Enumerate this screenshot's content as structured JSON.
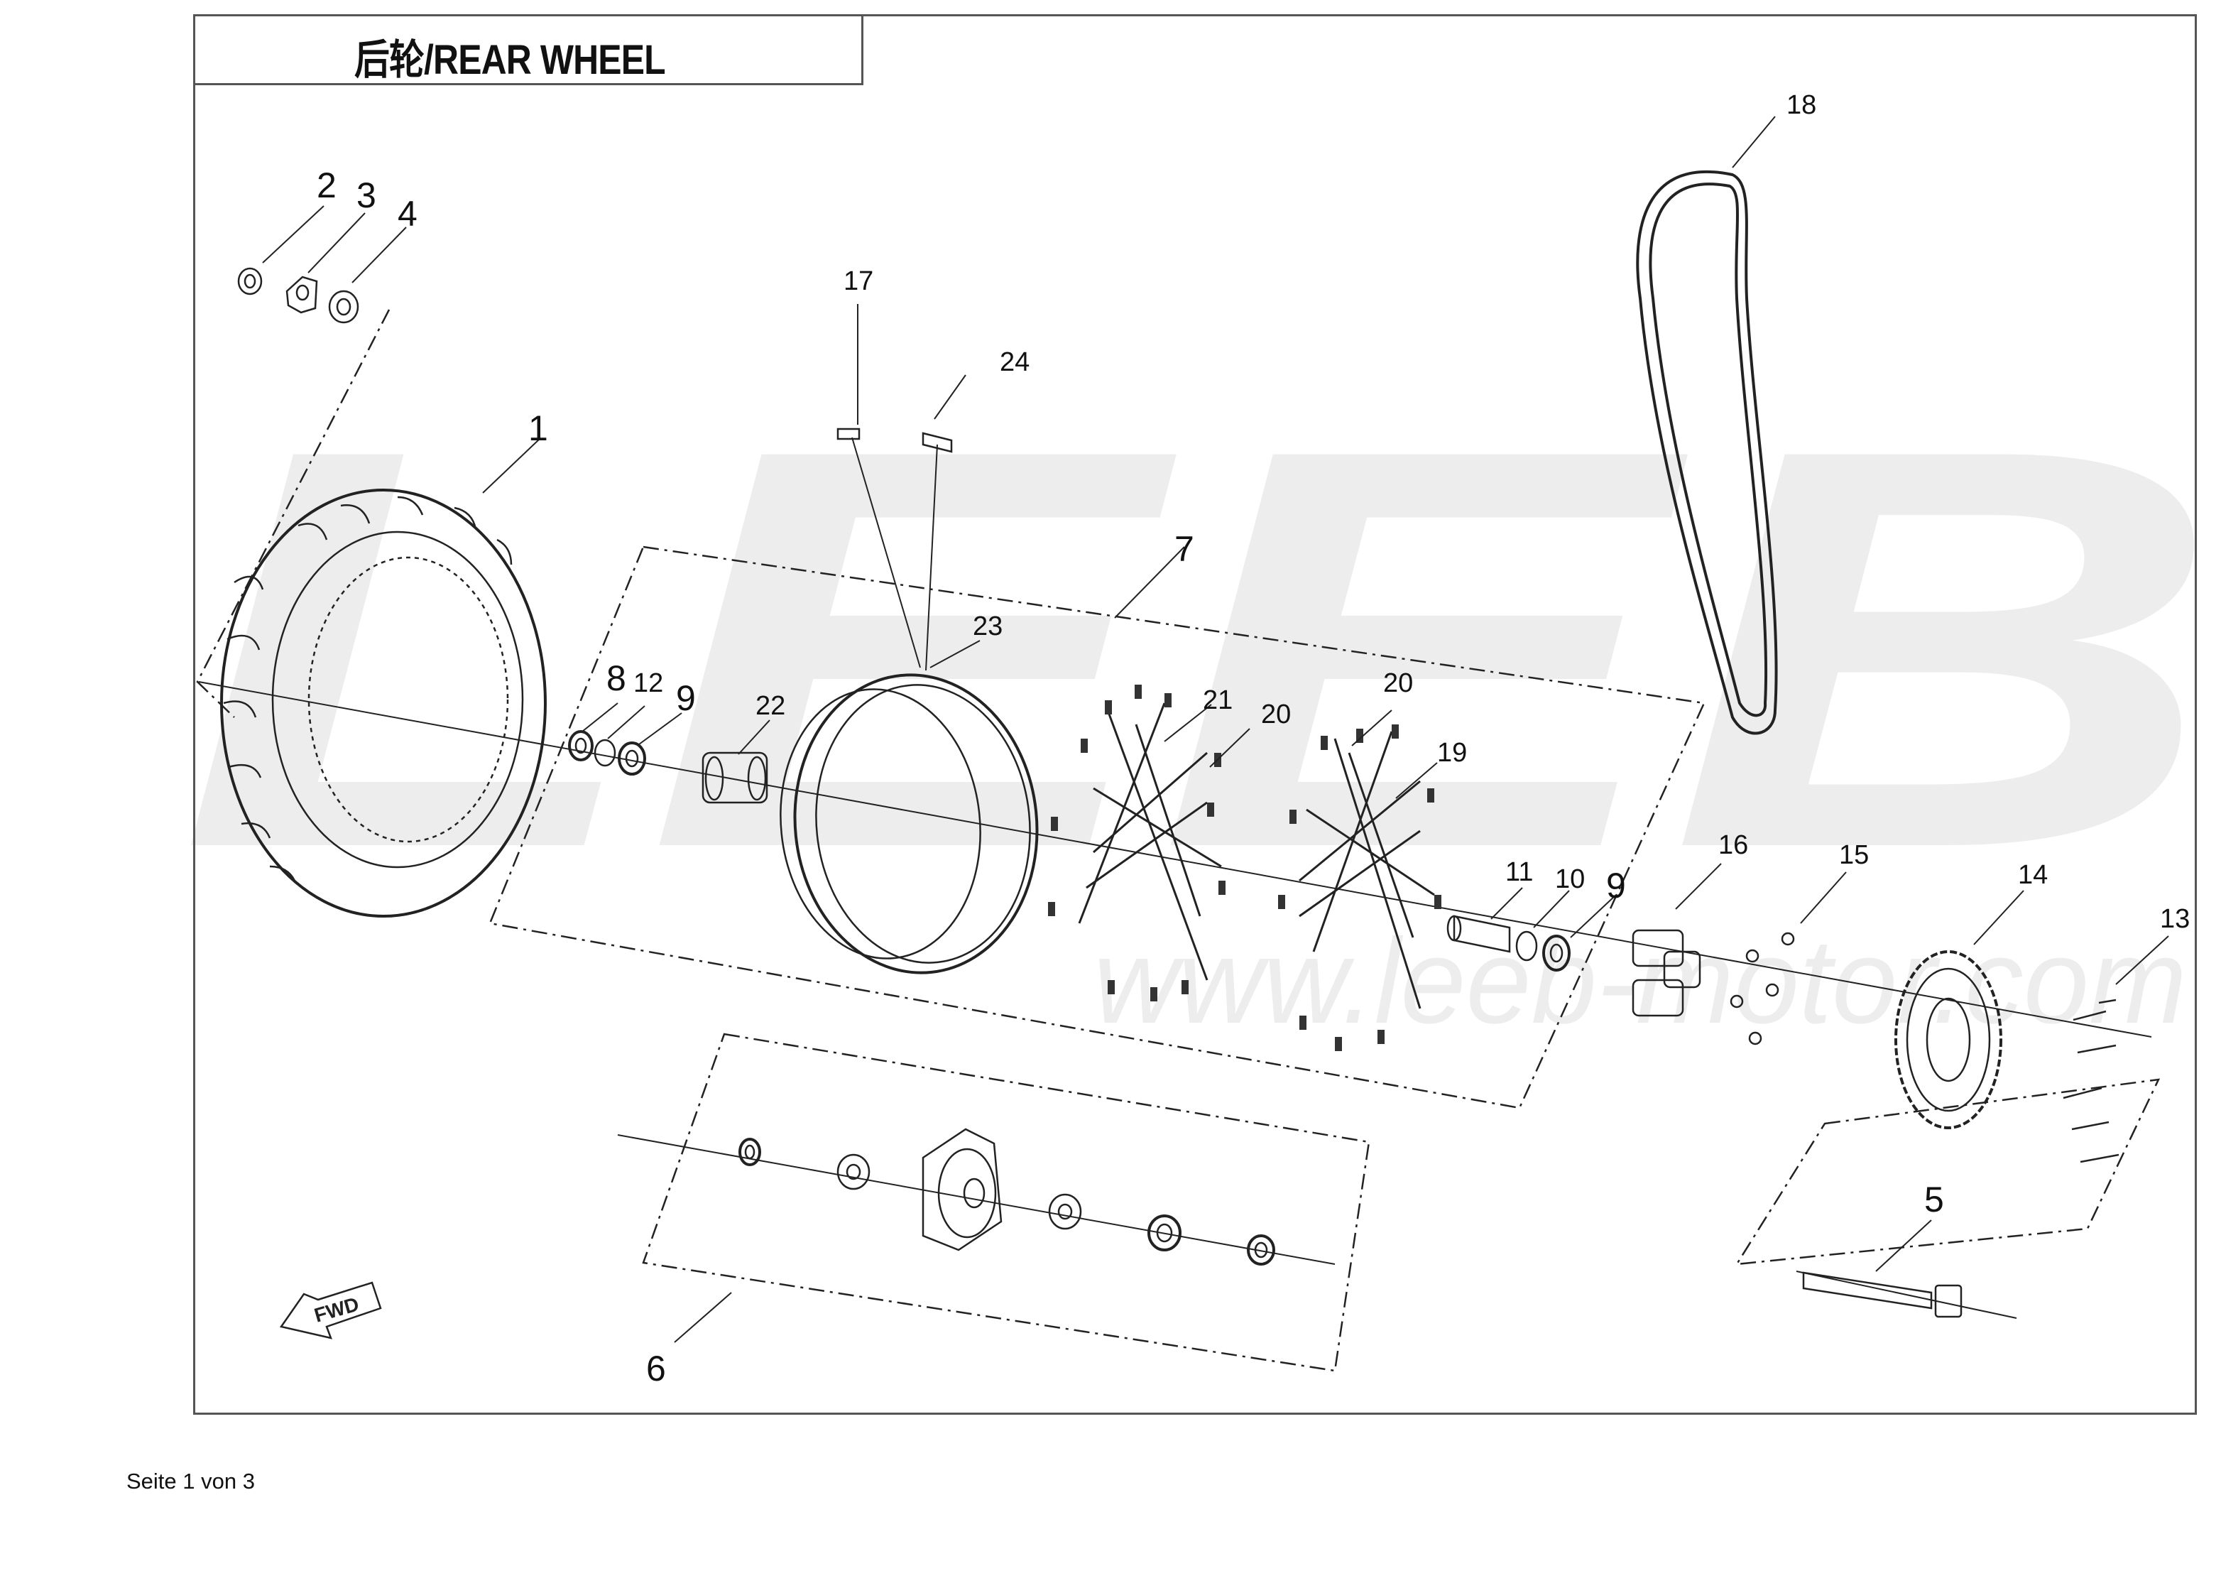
{
  "page": {
    "title": "后轮/REAR WHEEL",
    "footer": "Seite 1 von 3",
    "watermark_brand": "LEEB",
    "watermark_url": "www.leeb-motor.com",
    "fwd_label": "FWD"
  },
  "colors": {
    "line": "#222222",
    "frame": "#555555",
    "watermark": "#ececec"
  },
  "callouts": [
    "1",
    "2",
    "3",
    "4",
    "5",
    "6",
    "7",
    "8",
    "9",
    "9",
    "10",
    "11",
    "12",
    "13",
    "14",
    "15",
    "16",
    "17",
    "18",
    "19",
    "20",
    "20",
    "21",
    "22",
    "23",
    "24"
  ],
  "parts_icons": [
    "tire-icon",
    "rim-icon",
    "hub-icon",
    "spoke-icon",
    "nipple-icon",
    "axle-icon",
    "sprocket-icon",
    "chain-icon",
    "bearing-icon",
    "spacer-icon",
    "damper-icon",
    "valve-icon",
    "nut-icon",
    "bolt-icon",
    "fwd-arrow-icon"
  ]
}
